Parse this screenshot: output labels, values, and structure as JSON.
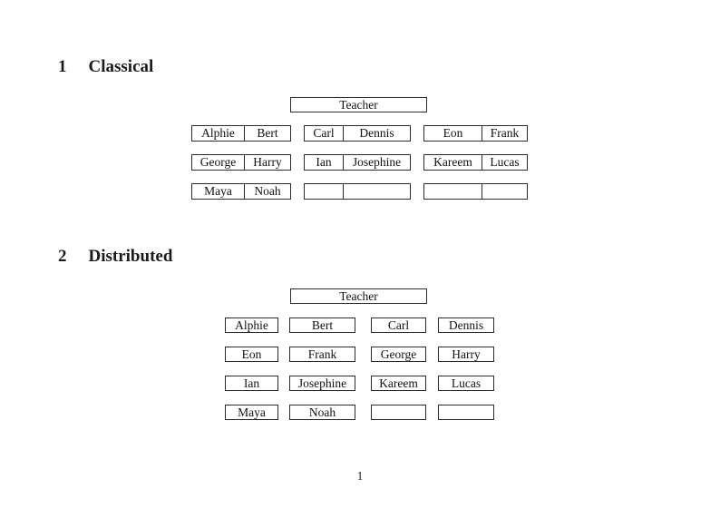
{
  "document": {
    "page_number": "1"
  },
  "sections": [
    {
      "number": "1",
      "title": "Classical",
      "teacher_label": "Teacher",
      "rows": [
        [
          [
            "Alphie",
            "Bert"
          ],
          [
            "Carl",
            "Dennis"
          ],
          [
            "Eon",
            "Frank"
          ]
        ],
        [
          [
            "George",
            "Harry"
          ],
          [
            "Ian",
            "Josephine"
          ],
          [
            "Kareem",
            "Lucas"
          ]
        ],
        [
          [
            "Maya",
            "Noah"
          ],
          [
            "",
            ""
          ],
          [
            "",
            ""
          ]
        ]
      ]
    },
    {
      "number": "2",
      "title": "Distributed",
      "teacher_label": "Teacher",
      "rows": [
        [
          "Alphie",
          "Bert",
          "Carl",
          "Dennis"
        ],
        [
          "Eon",
          "Frank",
          "George",
          "Harry"
        ],
        [
          "Ian",
          "Josephine",
          "Kareem",
          "Lucas"
        ],
        [
          "Maya",
          "Noah",
          "",
          ""
        ]
      ]
    }
  ]
}
